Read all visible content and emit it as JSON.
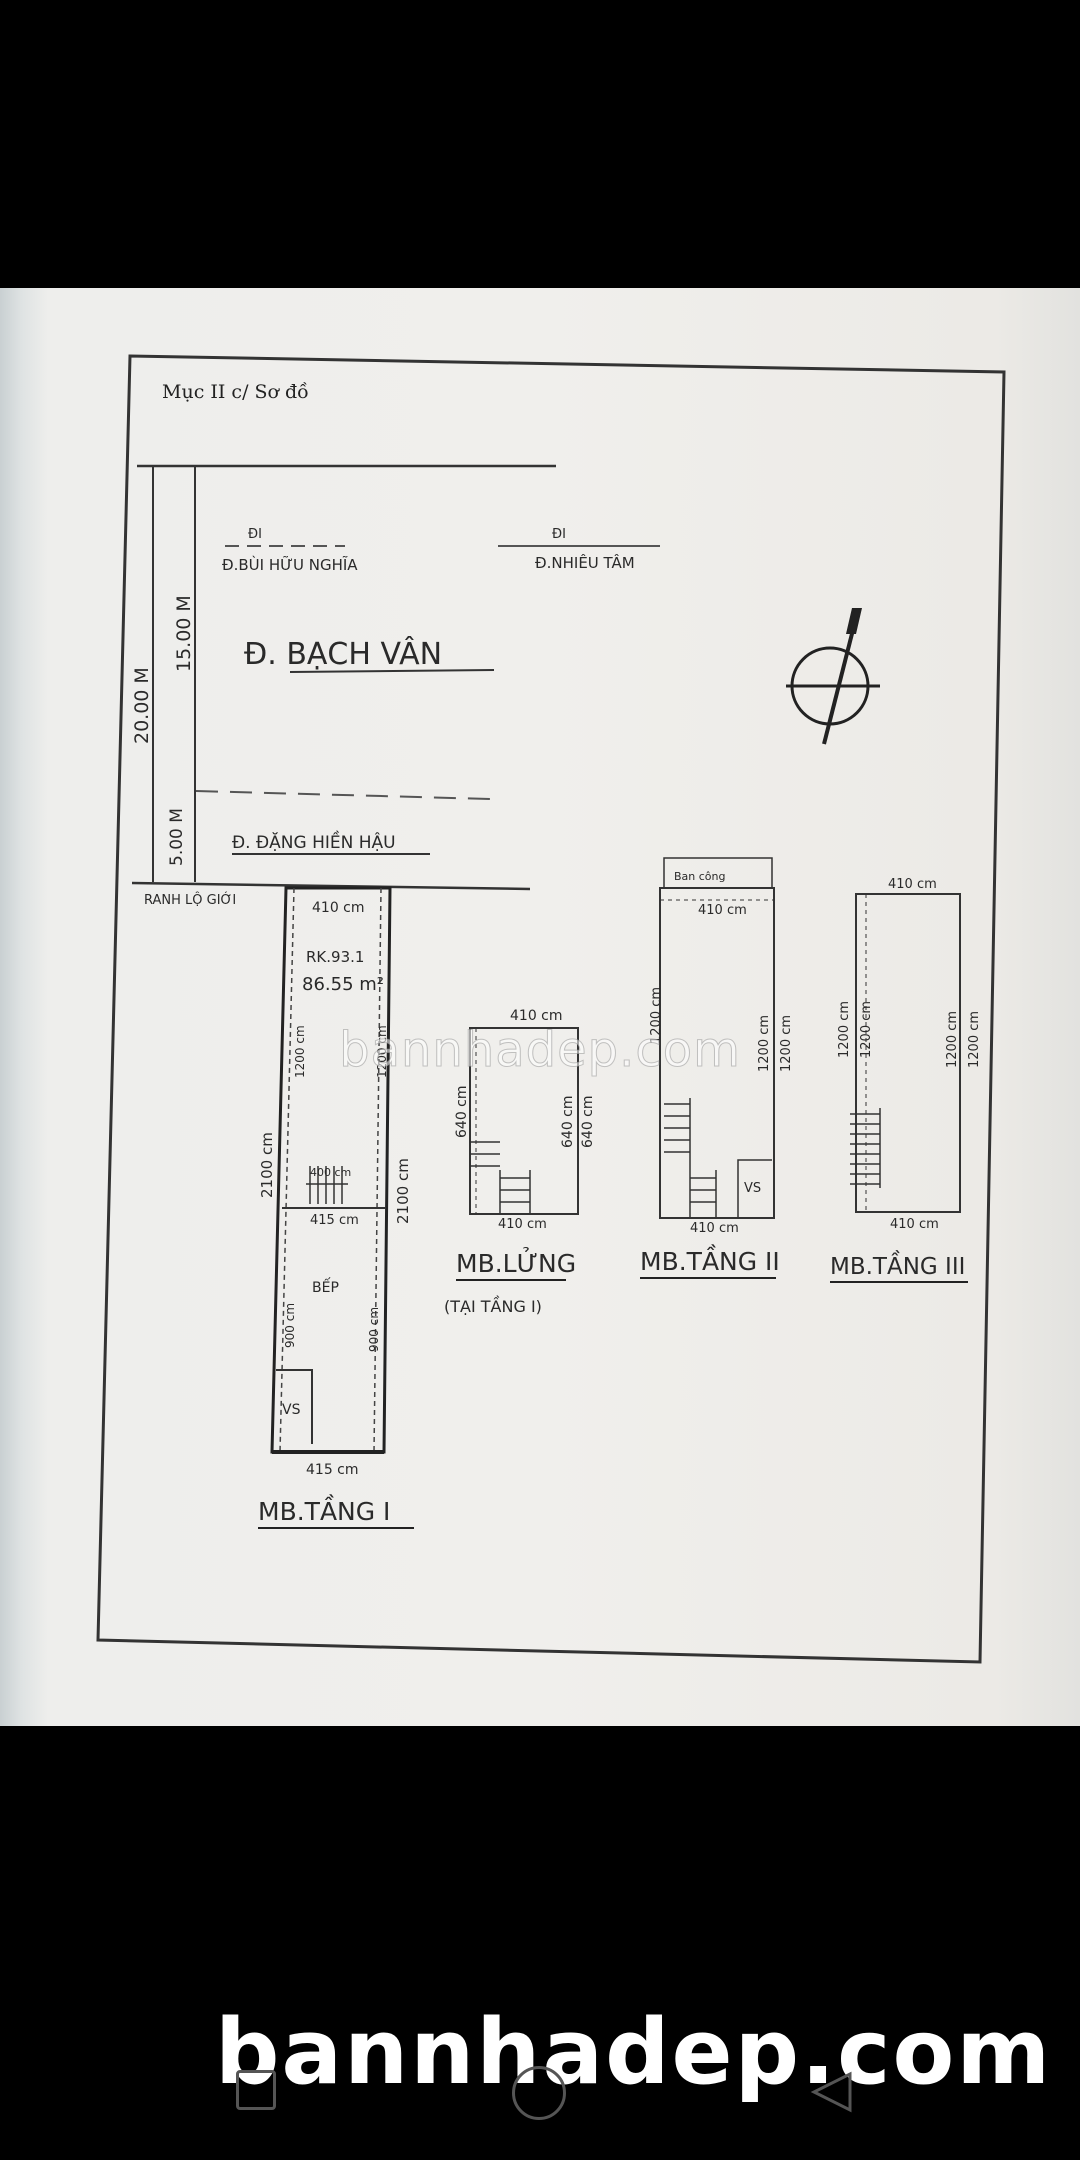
{
  "sheet": {
    "heading": "Mục II c/ Sơ đồ",
    "streets": {
      "side_left_prefix": "ĐI",
      "side_left": "Đ.BÙI HỮU NGHĨA",
      "side_right_prefix": "ĐI",
      "side_right": "Đ.NHIÊU TÂM",
      "main": "Đ. BẠCH VÂN",
      "front": "Đ. ĐẶNG HIỀN HẬU",
      "boundary": "RANH LỘ GIỚI"
    },
    "road_dims": {
      "total": "20.00 M",
      "road": "15.00 M",
      "sidewalk": "5.00 M"
    },
    "floor1": {
      "top_width": "410 cm",
      "parcel": "RK.93.1",
      "area": "86.55 m²",
      "left_len": "2100 cm",
      "right_len": "2100 cm",
      "inner_upper": "1200 cm",
      "inner_upper_r": "1200 cm",
      "mid_width": "415 cm",
      "stair_width": "400 cm",
      "kitchen": "BẾP",
      "inner_lower": "900 cm",
      "inner_lower_r": "900 cm",
      "wc": "VS",
      "bottom_width": "415 cm",
      "title": "MB.TẦNG I"
    },
    "mezzanine": {
      "top_width": "410 cm",
      "left_len": "640 cm",
      "right_len": "640 cm",
      "right_len2": "640 cm",
      "bottom_width": "410 cm",
      "title": "MB.LỬNG",
      "subtitle": "(TẠI TẦNG I)"
    },
    "floor2": {
      "balcony": "Ban công",
      "top_width": "410 cm",
      "left_len": "1200 cm",
      "right_len": "1200 cm",
      "right_len2": "1200 cm",
      "wc": "VS",
      "bottom_width": "410 cm",
      "title": "MB.TẦNG II"
    },
    "floor3": {
      "top_width": "410 cm",
      "left_len": "1200 cm",
      "left_len2": "1200 cm",
      "right_len": "1200 cm",
      "right_len2": "1200 cm",
      "bottom_width": "410 cm",
      "title": "MB.TẦNG III"
    }
  },
  "watermark": "bannhadep.com",
  "footer_logo": "bannhadep.com"
}
